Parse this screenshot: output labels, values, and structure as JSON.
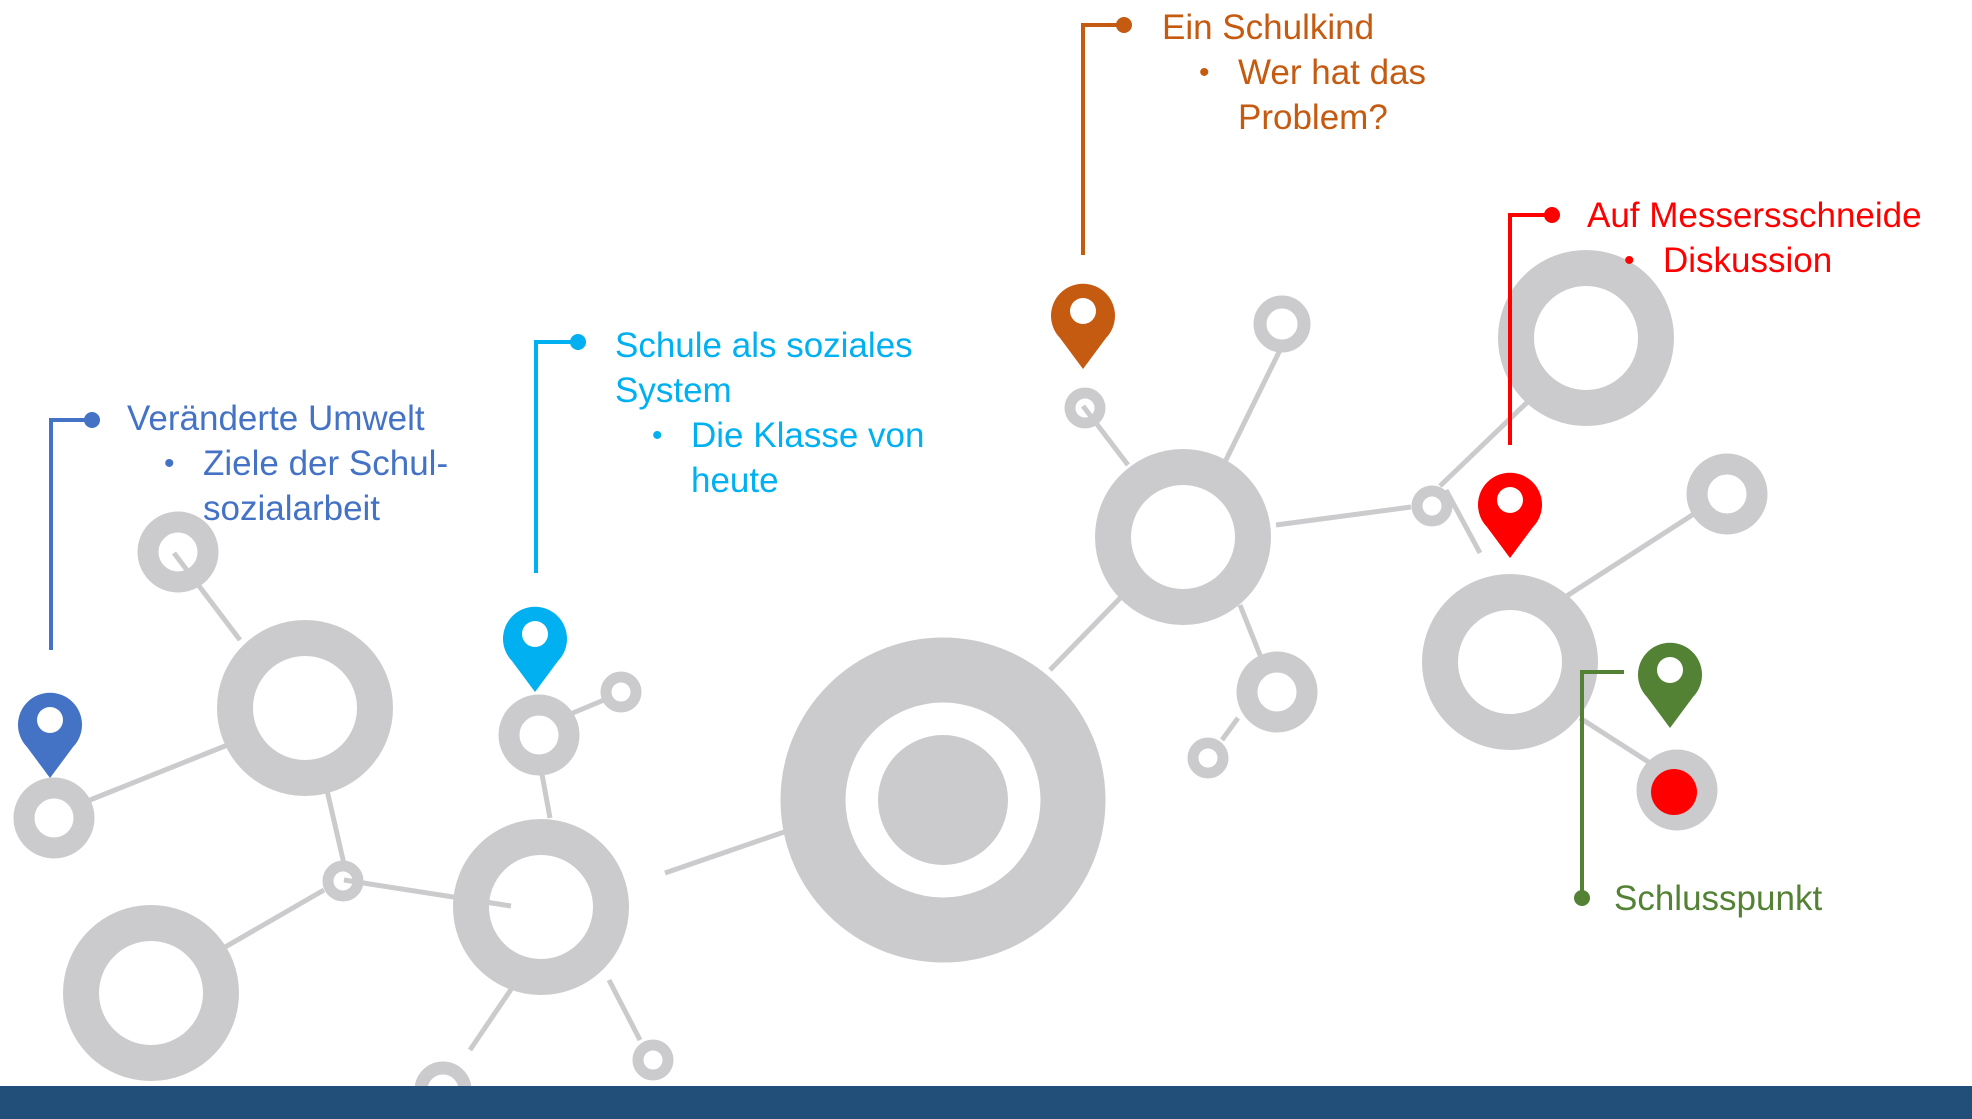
{
  "colors": {
    "network_gray": "#cbcbcd",
    "footer_bar": "#224e7a",
    "blue": "#4472c4",
    "cyan": "#00b0f0",
    "orange": "#c55a11",
    "red": "#ff0000",
    "green": "#548235"
  },
  "milestones": [
    {
      "id": "veraenderte-umwelt",
      "color": "blue",
      "title": "Veränderte Umwelt",
      "bullet": "•",
      "sub_lines": [
        "Ziele der Schul-",
        "sozialarbeit"
      ]
    },
    {
      "id": "schule-als-soziales-system",
      "color": "cyan",
      "title_lines": [
        "Schule als soziales",
        "System"
      ],
      "bullet": "•",
      "sub_lines": [
        "Die Klasse von",
        "heute"
      ]
    },
    {
      "id": "ein-schulkind",
      "color": "orange",
      "title": "Ein Schulkind",
      "bullet": "•",
      "sub_lines": [
        "Wer hat das",
        "Problem?"
      ]
    },
    {
      "id": "auf-messersschneide",
      "color": "red",
      "title": "Auf Messersschneide",
      "bullet": "•",
      "sub_lines": [
        "Diskussion"
      ]
    },
    {
      "id": "schlusspunkt",
      "color": "green",
      "title": "Schlusspunkt"
    }
  ],
  "icons": [
    "map-pin-icon",
    "map-pin-icon",
    "map-pin-icon",
    "map-pin-icon",
    "map-pin-icon"
  ]
}
